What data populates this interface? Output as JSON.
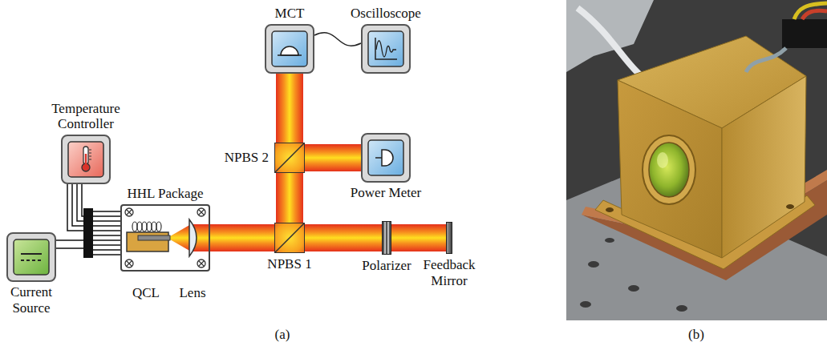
{
  "diagram": {
    "nodes": [
      {
        "text": [
          "Temperature Controller"
        ]
      },
      {
        "text": [
          "Current Source"
        ]
      },
      {
        "text": [
          "HHL Package"
        ]
      },
      {
        "text": [
          "MCT"
        ]
      },
      {
        "text": [
          "Oscilloscope"
        ]
      },
      {
        "text": [
          "NPBS 2"
        ]
      },
      {
        "text": [
          "Power Meter"
        ]
      },
      {
        "text": [
          "NPBS 1"
        ]
      },
      {
        "text": [
          "Polarizer"
        ]
      },
      {
        "text": [
          "Feedback Mirror"
        ]
      }
    ],
    "edges": [
      {
        "from": 0,
        "to": 2,
        "arrow": "none"
      },
      {
        "from": 1,
        "to": 2,
        "arrow": "none"
      },
      {
        "from": 3,
        "to": 4,
        "arrow": "none"
      },
      {
        "from": 2,
        "to": 7,
        "arrow": "none"
      },
      {
        "from": 7,
        "to": 8,
        "arrow": "none"
      },
      {
        "from": 8,
        "to": 9,
        "arrow": "none"
      },
      {
        "from": 7,
        "to": 5,
        "arrow": "none"
      },
      {
        "from": 5,
        "to": 3,
        "arrow": "none"
      },
      {
        "from": 5,
        "to": 6,
        "arrow": "none"
      }
    ],
    "labels": [
      "QCL",
      "Lens",
      "(a)",
      "(b)"
    ]
  }
}
